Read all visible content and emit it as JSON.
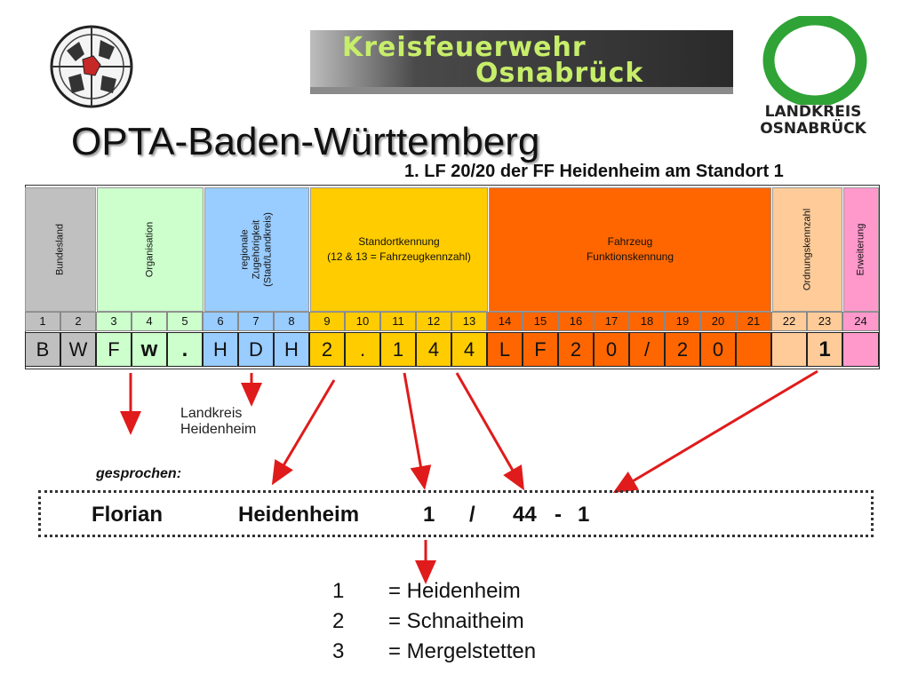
{
  "header": {
    "banner_line1": "Kreisfeuerwehr",
    "banner_line2": "Osnabrück",
    "right_logo_line1": "LANDKREIS",
    "right_logo_line2": "OSNABRÜCK"
  },
  "title": "OPTA-Baden-Württemberg",
  "vehicle_label": "1. LF 20/20 der FF Heidenheim am Standort 1",
  "groups": [
    {
      "label": "Bundesland",
      "color": "#c0c0c0"
    },
    {
      "label": "Organisation",
      "color": "#ccffcc"
    },
    {
      "label_line1": "regionale",
      "label_line2": "Zugehörigkeit",
      "label_line3": "(Stadt/Landkreis)",
      "color": "#99ccff"
    },
    {
      "label_line1": "Standortkennung",
      "label_line2": "(12 & 13 = Fahrzeugkennzahl)",
      "color": "#ffcc00"
    },
    {
      "label_line1": "Fahrzeug",
      "label_line2": "Funktionskennung",
      "color": "#ff6600"
    },
    {
      "label": "Ordnungskennzahl",
      "color": "#ffcc99"
    },
    {
      "label": "Erweiterung",
      "color": "#ff99cc"
    }
  ],
  "positions": [
    "1",
    "2",
    "3",
    "4",
    "5",
    "6",
    "7",
    "8",
    "9",
    "10",
    "11",
    "12",
    "13",
    "14",
    "15",
    "16",
    "17",
    "18",
    "19",
    "20",
    "21",
    "22",
    "23",
    "24"
  ],
  "chars": [
    "B",
    "W",
    "F",
    "w",
    ".",
    "H",
    "D",
    "H",
    "2",
    ".",
    "1",
    "4",
    "4",
    "L",
    "F",
    "2",
    "0",
    "/",
    "2",
    "0",
    "",
    "",
    "1",
    ""
  ],
  "notes": {
    "kreis_line1": "Landkreis",
    "kreis_line2": "Heidenheim",
    "spoken_label": "gesprochen:"
  },
  "spoken": {
    "name": "Florian",
    "place": "Heidenheim",
    "site": "1",
    "slash": "/",
    "vehicle": "44",
    "dash": "-",
    "order": "1"
  },
  "legend": [
    {
      "num": "1",
      "text": "= Heidenheim"
    },
    {
      "num": "2",
      "text": "= Schnaitheim"
    },
    {
      "num": "3",
      "text": "= Mergelstetten"
    }
  ],
  "colors": {
    "arrow": "#e01b1b",
    "banner_bg": "#333333",
    "banner_text": "#c7ee6a",
    "logo_green": "#2fa336"
  }
}
